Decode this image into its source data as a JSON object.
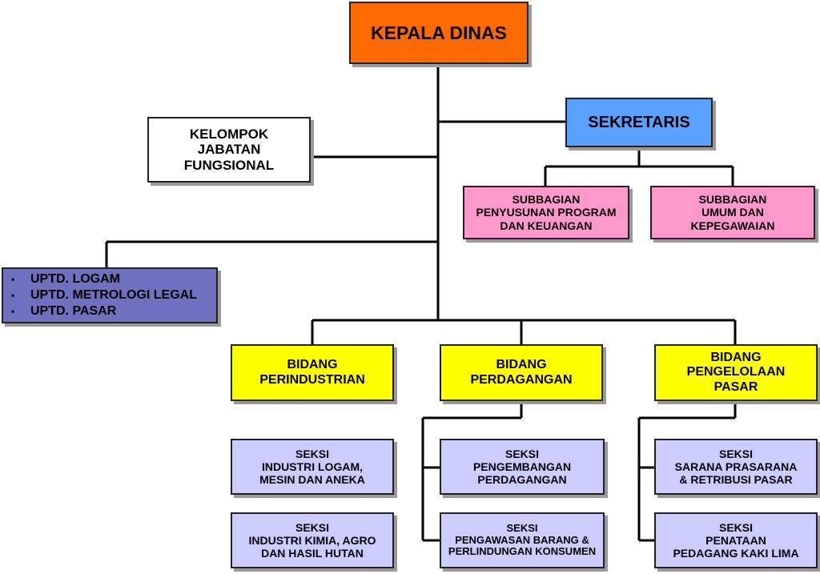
{
  "kepala_dinas": "KEPALA DINAS",
  "sekretaris": "SEKRETARIS",
  "kelompok_jabatan": [
    "KELOMPOK",
    "JABATAN",
    "FUNGSIONAL"
  ],
  "subbagian_program": [
    "SUBBAGIAN",
    "PENYUSUNAN PROGRAM",
    "DAN KEUANGAN"
  ],
  "subbagian_umum": [
    "SUBBAGIAN",
    "UMUM DAN",
    "KEPEGAWAIAN"
  ],
  "uptd_items": [
    "UPTD. LOGAM",
    "UPTD. METROLOGI LEGAL",
    "UPTD. PASAR"
  ],
  "bidang_perindustrian": [
    "BIDANG",
    "PERINDUSTRIAN"
  ],
  "bidang_perdagangan": [
    "BIDANG",
    "PERDAGANGAN"
  ],
  "bidang_pasar": [
    "BIDANG",
    "PENGELOLAAN",
    "PASAR"
  ],
  "seksi_logam": [
    "SEKSI",
    "INDUSTRI LOGAM,",
    "MESIN DAN ANEKA"
  ],
  "seksi_kimia": [
    "SEKSI",
    "INDUSTRI KIMIA, AGRO",
    "DAN HASIL HUTAN"
  ],
  "seksi_pengembangan": [
    "SEKSI",
    "PENGEMBANGAN",
    "PERDAGANGAN"
  ],
  "seksi_pengawasan": [
    "SEKSI",
    "PENGAWASAN BARANG &",
    "PERLINDUNGAN KONSUMEN"
  ],
  "seksi_sarana": [
    "SEKSI",
    "SARANA PRASARANA",
    "& RETRIBUSI PASAR"
  ],
  "seksi_penataan": [
    "SEKSI",
    "PENATAAN",
    "PEDAGANG KAKI LIMA"
  ],
  "colors": {
    "kepala": "#ff6a00",
    "sekretaris": "#5aa0ff",
    "subbagian": "#ff99cc",
    "bidang": "#ffff00",
    "seksi": "#ccccff",
    "uptd": "#7070c0",
    "kelompok": "#ffffff"
  }
}
